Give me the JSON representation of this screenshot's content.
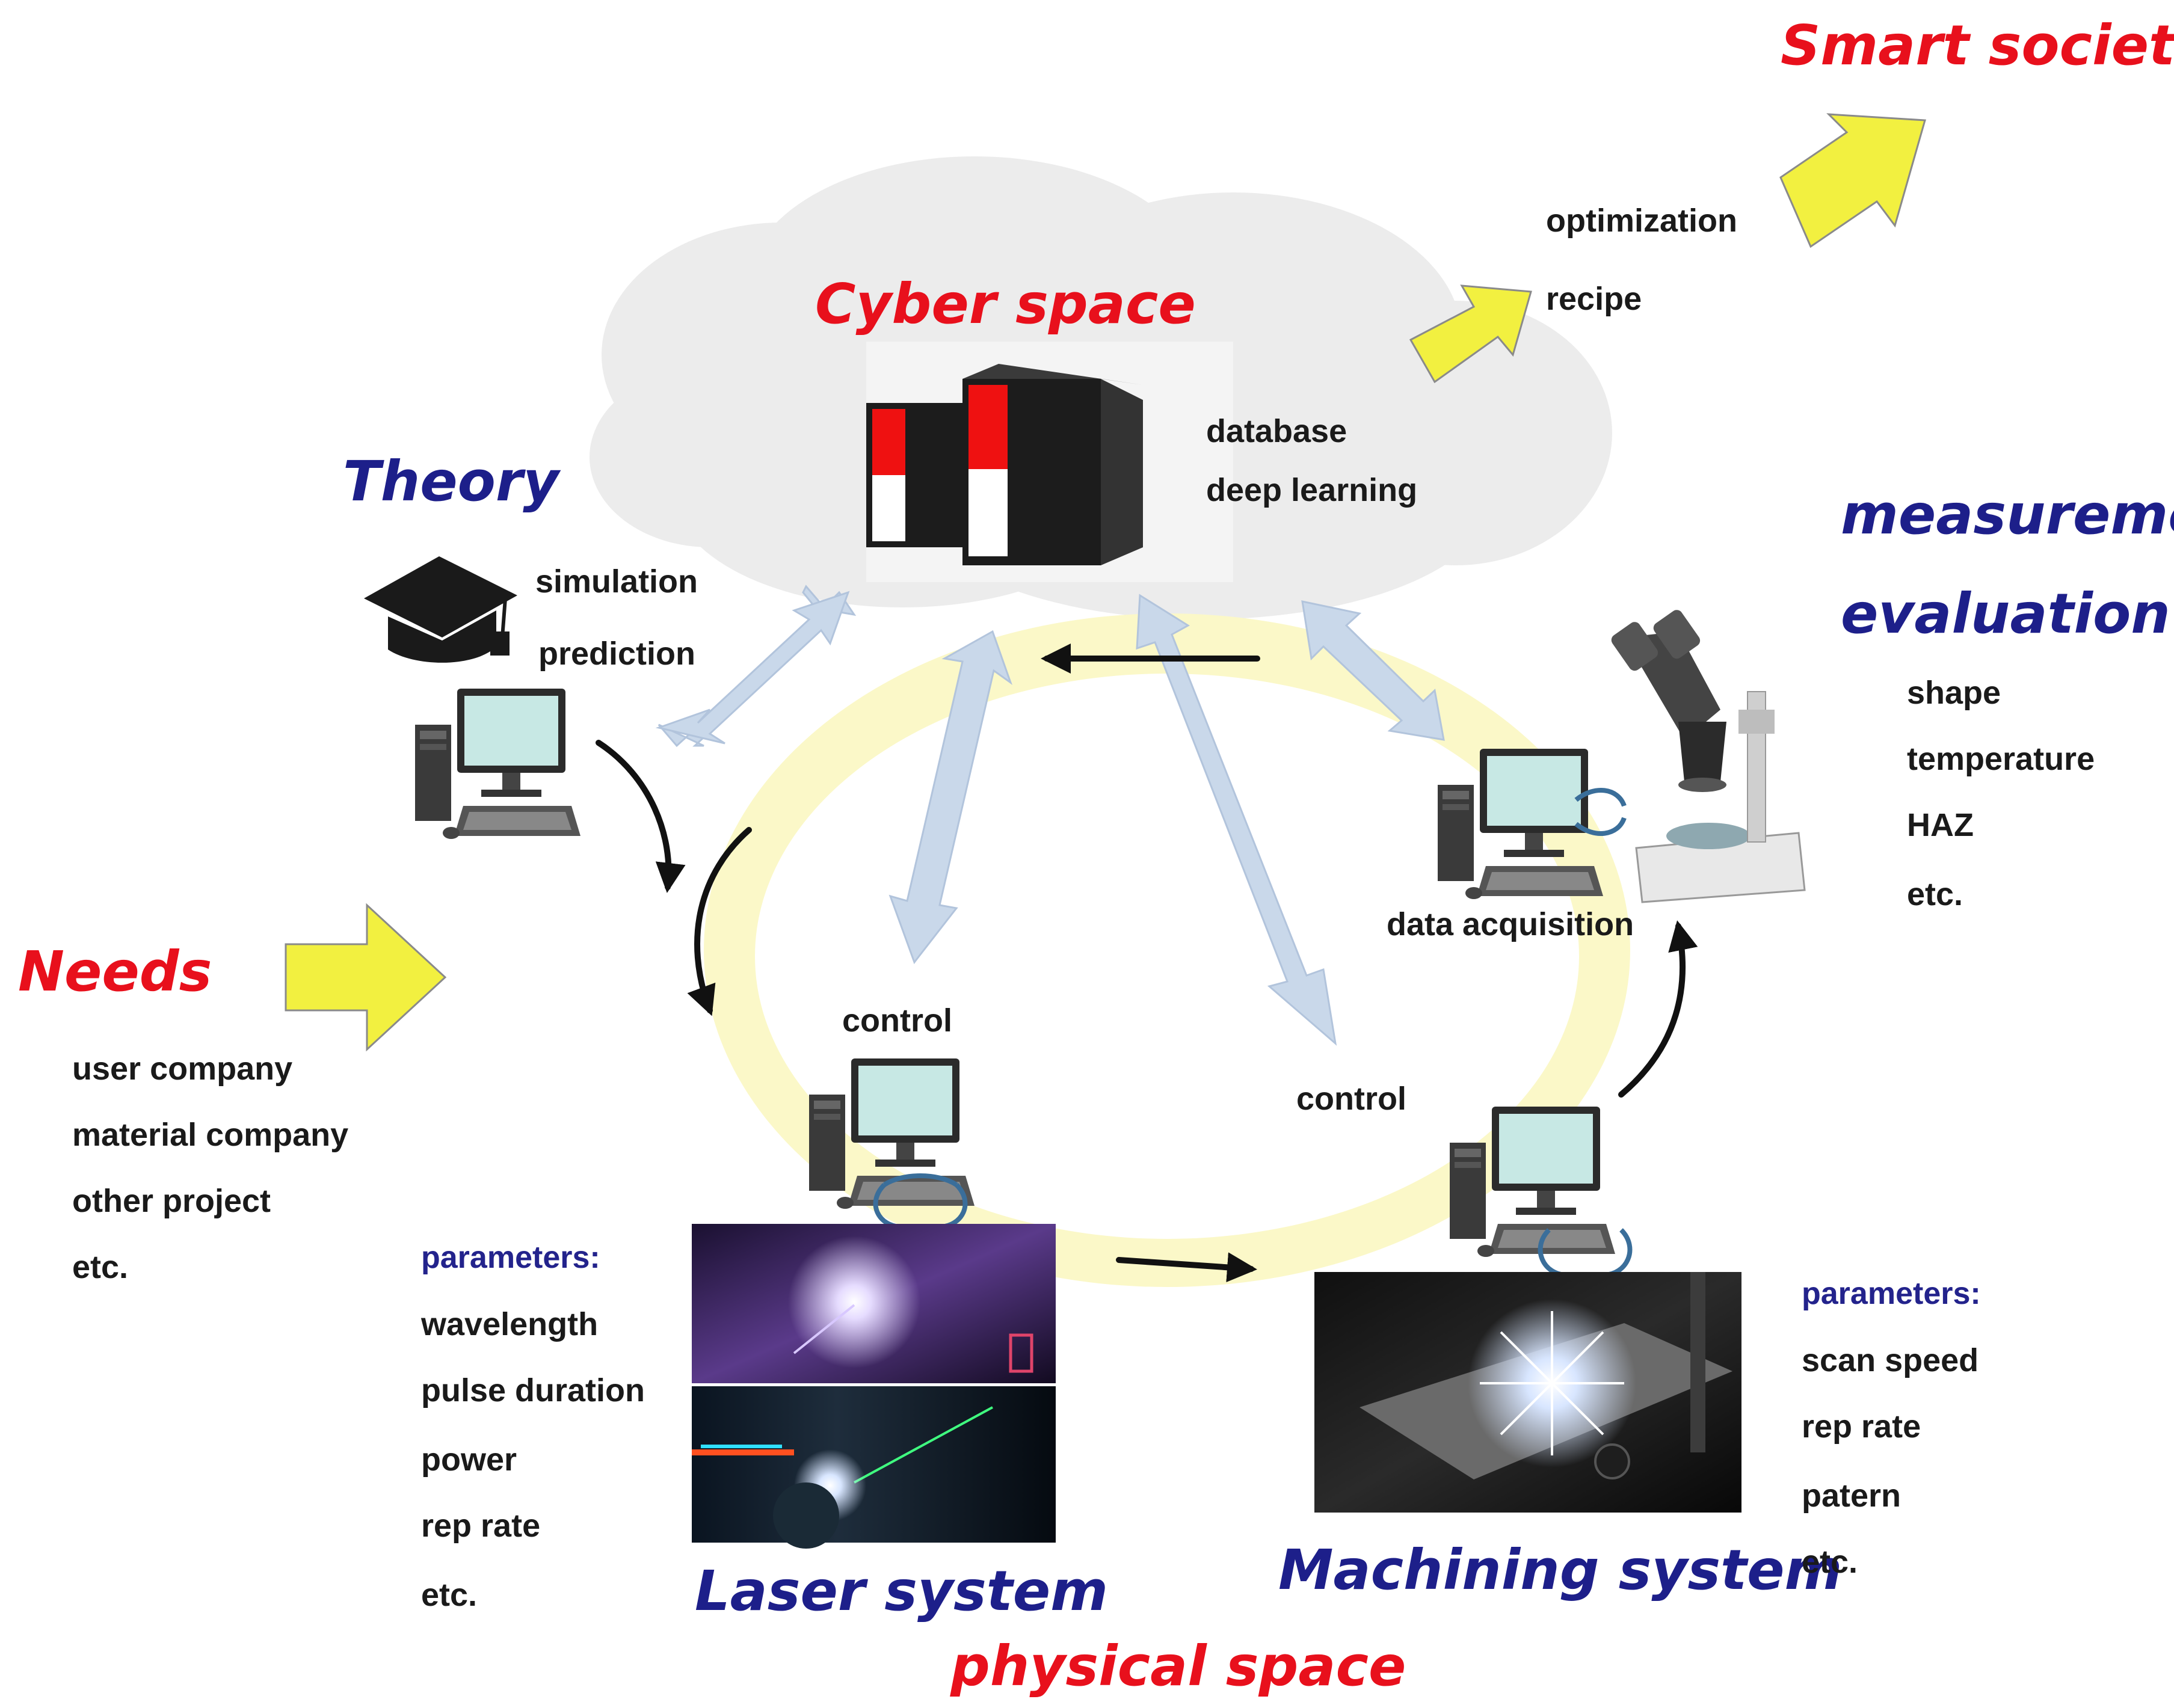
{
  "headings": {
    "smart_society": "Smart society",
    "cyber_space": "Cyber space",
    "theory": "Theory",
    "measurement": "measurement",
    "evaluation": "evaluation",
    "needs": "Needs",
    "laser_system": "Laser system",
    "machining_system": "Machining system",
    "physical_space": "physical space"
  },
  "cyber": {
    "outputs": [
      "optimization",
      "recipe"
    ],
    "functions": [
      "database",
      "deep learning"
    ]
  },
  "theory": {
    "items": [
      "simulation",
      "prediction"
    ]
  },
  "measurement": {
    "items": [
      "shape",
      "temperature",
      "HAZ",
      "etc."
    ],
    "data_label": "data acquisition"
  },
  "needs": {
    "items": [
      "user company",
      "material company",
      "other project",
      "etc."
    ]
  },
  "laser": {
    "control_label": "control",
    "params_title": "parameters:",
    "params": [
      "wavelength",
      "pulse duration",
      "power",
      "rep rate",
      "etc."
    ]
  },
  "machining": {
    "control_label": "control",
    "params_title": "parameters:",
    "params": [
      "scan speed",
      "rep rate",
      "patern",
      "etc."
    ]
  },
  "colors": {
    "red_heading": "#e8101c",
    "blue_heading": "#1d1f8a",
    "yellow_arrow": "#f2f040",
    "ring": "#fbf8c8",
    "cloud": "#ececec",
    "double_arrow": "#c9d8ea"
  }
}
